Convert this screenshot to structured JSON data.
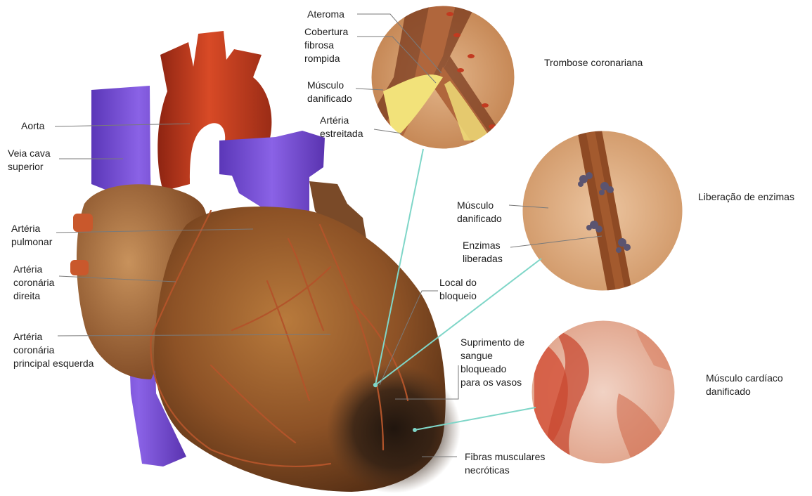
{
  "labels": {
    "aorta": "Aorta",
    "veia_cava": "Veia cava\nsuperior",
    "arteria_pulmonar": "Artéria\npulmonar",
    "coronaria_direita": "Artéria\ncoronária\ndireita",
    "coronaria_esquerda": "Artéria\ncoronária\nprincipal esquerda",
    "ateroma": "Ateroma",
    "cobertura": "Cobertura\nfibrosa\nrompida",
    "musculo_danificado_1": "Músculo\ndanificado",
    "arteria_estreitada": "Artéria\nestreitada",
    "trombose": "Trombose coronariana",
    "musculo_danificado_2": "Músculo\ndanificado",
    "enzimas_liberadas": "Enzimas\nliberadas",
    "liberacao": "Liberação de enzimas",
    "local_bloqueio": "Local do\nbloqueio",
    "suprimento": "Suprimento de\nsangue\nbloqueado\npara os vasos",
    "musculo_cardiaco": "Músculo cardíaco\ndanificado",
    "fibras": "Fibras musculares\nnecróticas"
  },
  "colors": {
    "aorta": "#c9381e",
    "veins": "#7b4fd6",
    "heart": "#9a5a2a",
    "necrosis": "#2a1d14",
    "leader_line": "#7a7a7a",
    "inset_border": "#7fd6c8"
  }
}
